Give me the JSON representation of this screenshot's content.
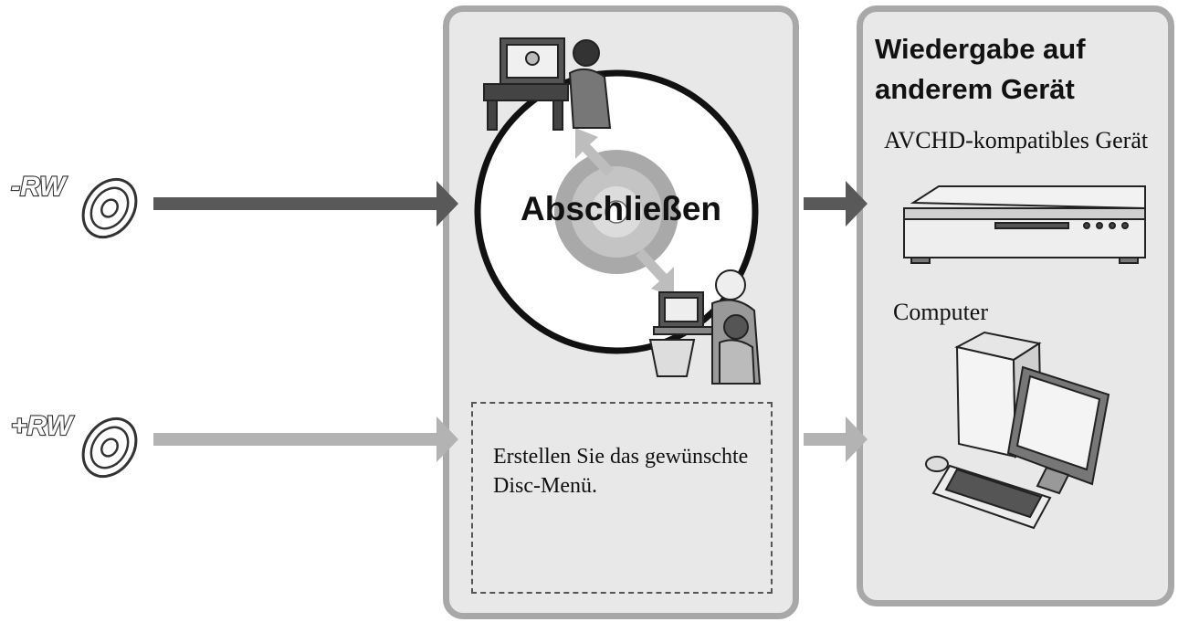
{
  "formats": [
    {
      "label": "-RW",
      "arrow_color": "#595959"
    },
    {
      "label": "+RW",
      "arrow_color": "#b3b3b3"
    }
  ],
  "middle": {
    "finalize_label": "Abschließen",
    "menu_note": "Erstellen Sie das gewünschte Disc-Menü."
  },
  "right": {
    "title": "Wiedergabe auf anderem Gerät",
    "devices": [
      {
        "label": "AVCHD-kompatibles Gerät",
        "icon": "disc-player-icon"
      },
      {
        "label": "Computer",
        "icon": "computer-icon"
      }
    ]
  },
  "colors": {
    "panel_fill": "#e8e8e8",
    "panel_border": "#a8a8a8",
    "dark_arrow": "#595959",
    "light_arrow": "#b3b3b3"
  }
}
